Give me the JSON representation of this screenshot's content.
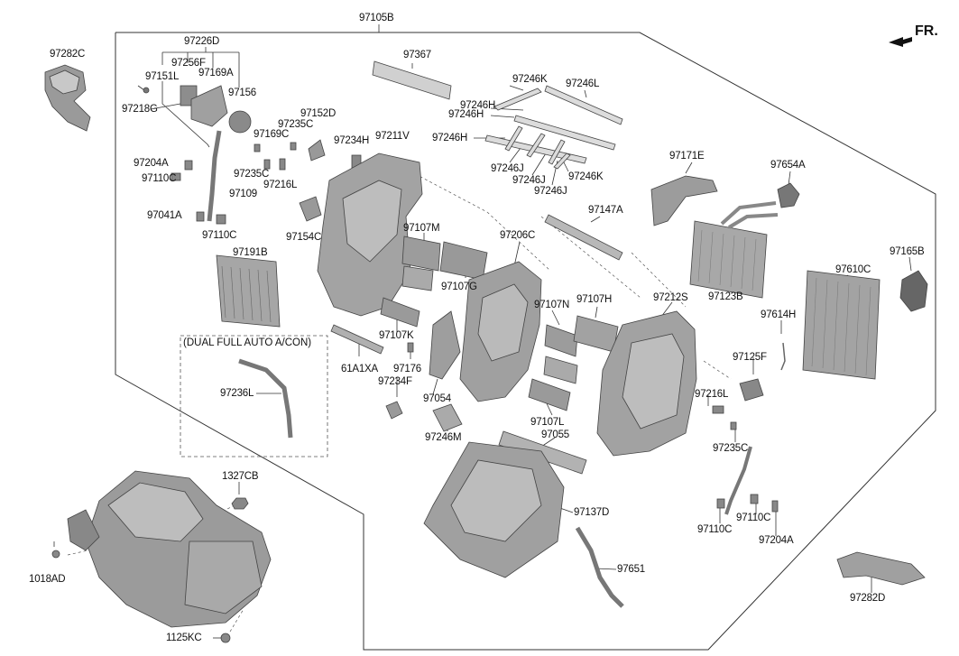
{
  "direction_label": "FR.",
  "note": "(DUAL FULL AUTO A/CON)",
  "labels": {
    "p97105B": "97105B",
    "p97282C": "97282C",
    "p97226D": "97226D",
    "p97256F": "97256F",
    "p97151L": "97151L",
    "p97169A": "97169A",
    "p97156": "97156",
    "p97218G": "97218G",
    "p97152D": "97152D",
    "p97235C_a": "97235C",
    "p97169C": "97169C",
    "p97234H": "97234H",
    "p97211V": "97211V",
    "p97235C_b": "97235C",
    "p97216L_a": "97216L",
    "p97204A_a": "97204A",
    "p97110C_a": "97110C",
    "p97109": "97109",
    "p97041A": "97041A",
    "p97110C_b": "97110C",
    "p97154C": "97154C",
    "p97191B": "97191B",
    "p97367": "97367",
    "p97246K_a": "97246K",
    "p97246L": "97246L",
    "p97246H_a": "97246H",
    "p97246H_b": "97246H",
    "p97246H_c": "97246H",
    "p97246J_a": "97246J",
    "p97246J_b": "97246J",
    "p97246J_c": "97246J",
    "p97246K_b": "97246K",
    "p97171E": "97171E",
    "p97654A": "97654A",
    "p97147A": "97147A",
    "p97107M": "97107M",
    "p97206C": "97206C",
    "p97107G": "97107G",
    "p97165B": "97165B",
    "p97610C": "97610C",
    "p97123B": "97123B",
    "p97212S": "97212S",
    "p97107N": "97107N",
    "p97107H": "97107H",
    "p97614H": "97614H",
    "p97107K": "97107K",
    "p61A1XA": "61A1XA",
    "p97176": "97176",
    "p97234F": "97234F",
    "p97054": "97054",
    "p97125F": "97125F",
    "p97216L_b": "97216L",
    "p97236L": "97236L",
    "p97107L": "97107L",
    "p97246M": "97246M",
    "p97055": "97055",
    "p97235C_c": "97235C",
    "p1327CB": "1327CB",
    "p97137D": "97137D",
    "p97110C_c": "97110C",
    "p97110C_d": "97110C",
    "p97204A_b": "97204A",
    "p1018AD": "1018AD",
    "p97651": "97651",
    "p1125KC": "1125KC",
    "p97282D": "97282D"
  }
}
